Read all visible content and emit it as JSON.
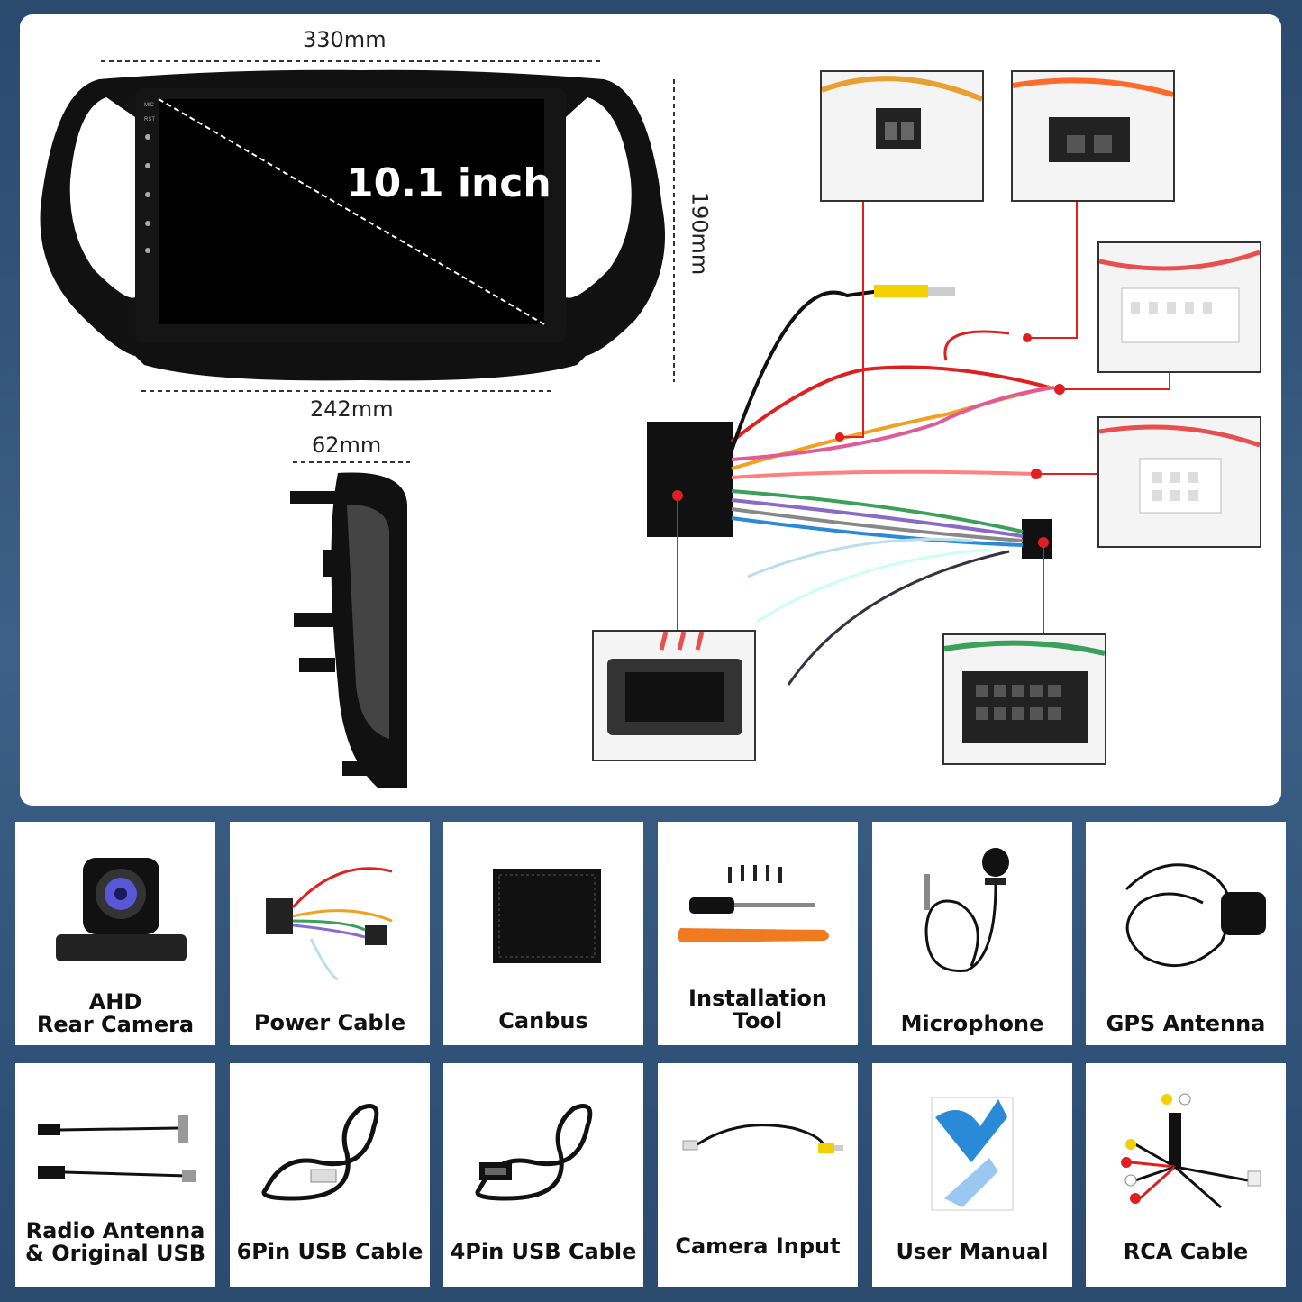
{
  "dimensions": {
    "width": "330mm",
    "height": "190mm",
    "depth_bottom": "242mm",
    "frame_depth": "62mm"
  },
  "screen": {
    "size_label": "10.1 inch",
    "side_buttons": [
      "MIC",
      "RST"
    ]
  },
  "accessories": [
    {
      "label": "AHD\nRear Camera",
      "icon": "camera-icon"
    },
    {
      "label": "Power Cable",
      "icon": "power-cable-icon"
    },
    {
      "label": "Canbus",
      "icon": "canbus-icon"
    },
    {
      "label": "Installation\nTool",
      "icon": "tool-icon"
    },
    {
      "label": "Microphone",
      "icon": "microphone-icon"
    },
    {
      "label": "GPS Antenna",
      "icon": "gps-icon"
    },
    {
      "label": "Radio Antenna\n& Original USB",
      "icon": "antenna-icon"
    },
    {
      "label": "6Pin USB Cable",
      "icon": "usb-cable-icon"
    },
    {
      "label": "4Pin USB Cable",
      "icon": "usb-cable-icon"
    },
    {
      "label": "Camera Input",
      "icon": "camera-input-icon"
    },
    {
      "label": "User Manual",
      "icon": "manual-icon"
    },
    {
      "label": "RCA Cable",
      "icon": "rca-icon"
    }
  ],
  "colors": {
    "background": "#2f527a",
    "accent_red": "#e02020",
    "panel": "#ffffff"
  }
}
